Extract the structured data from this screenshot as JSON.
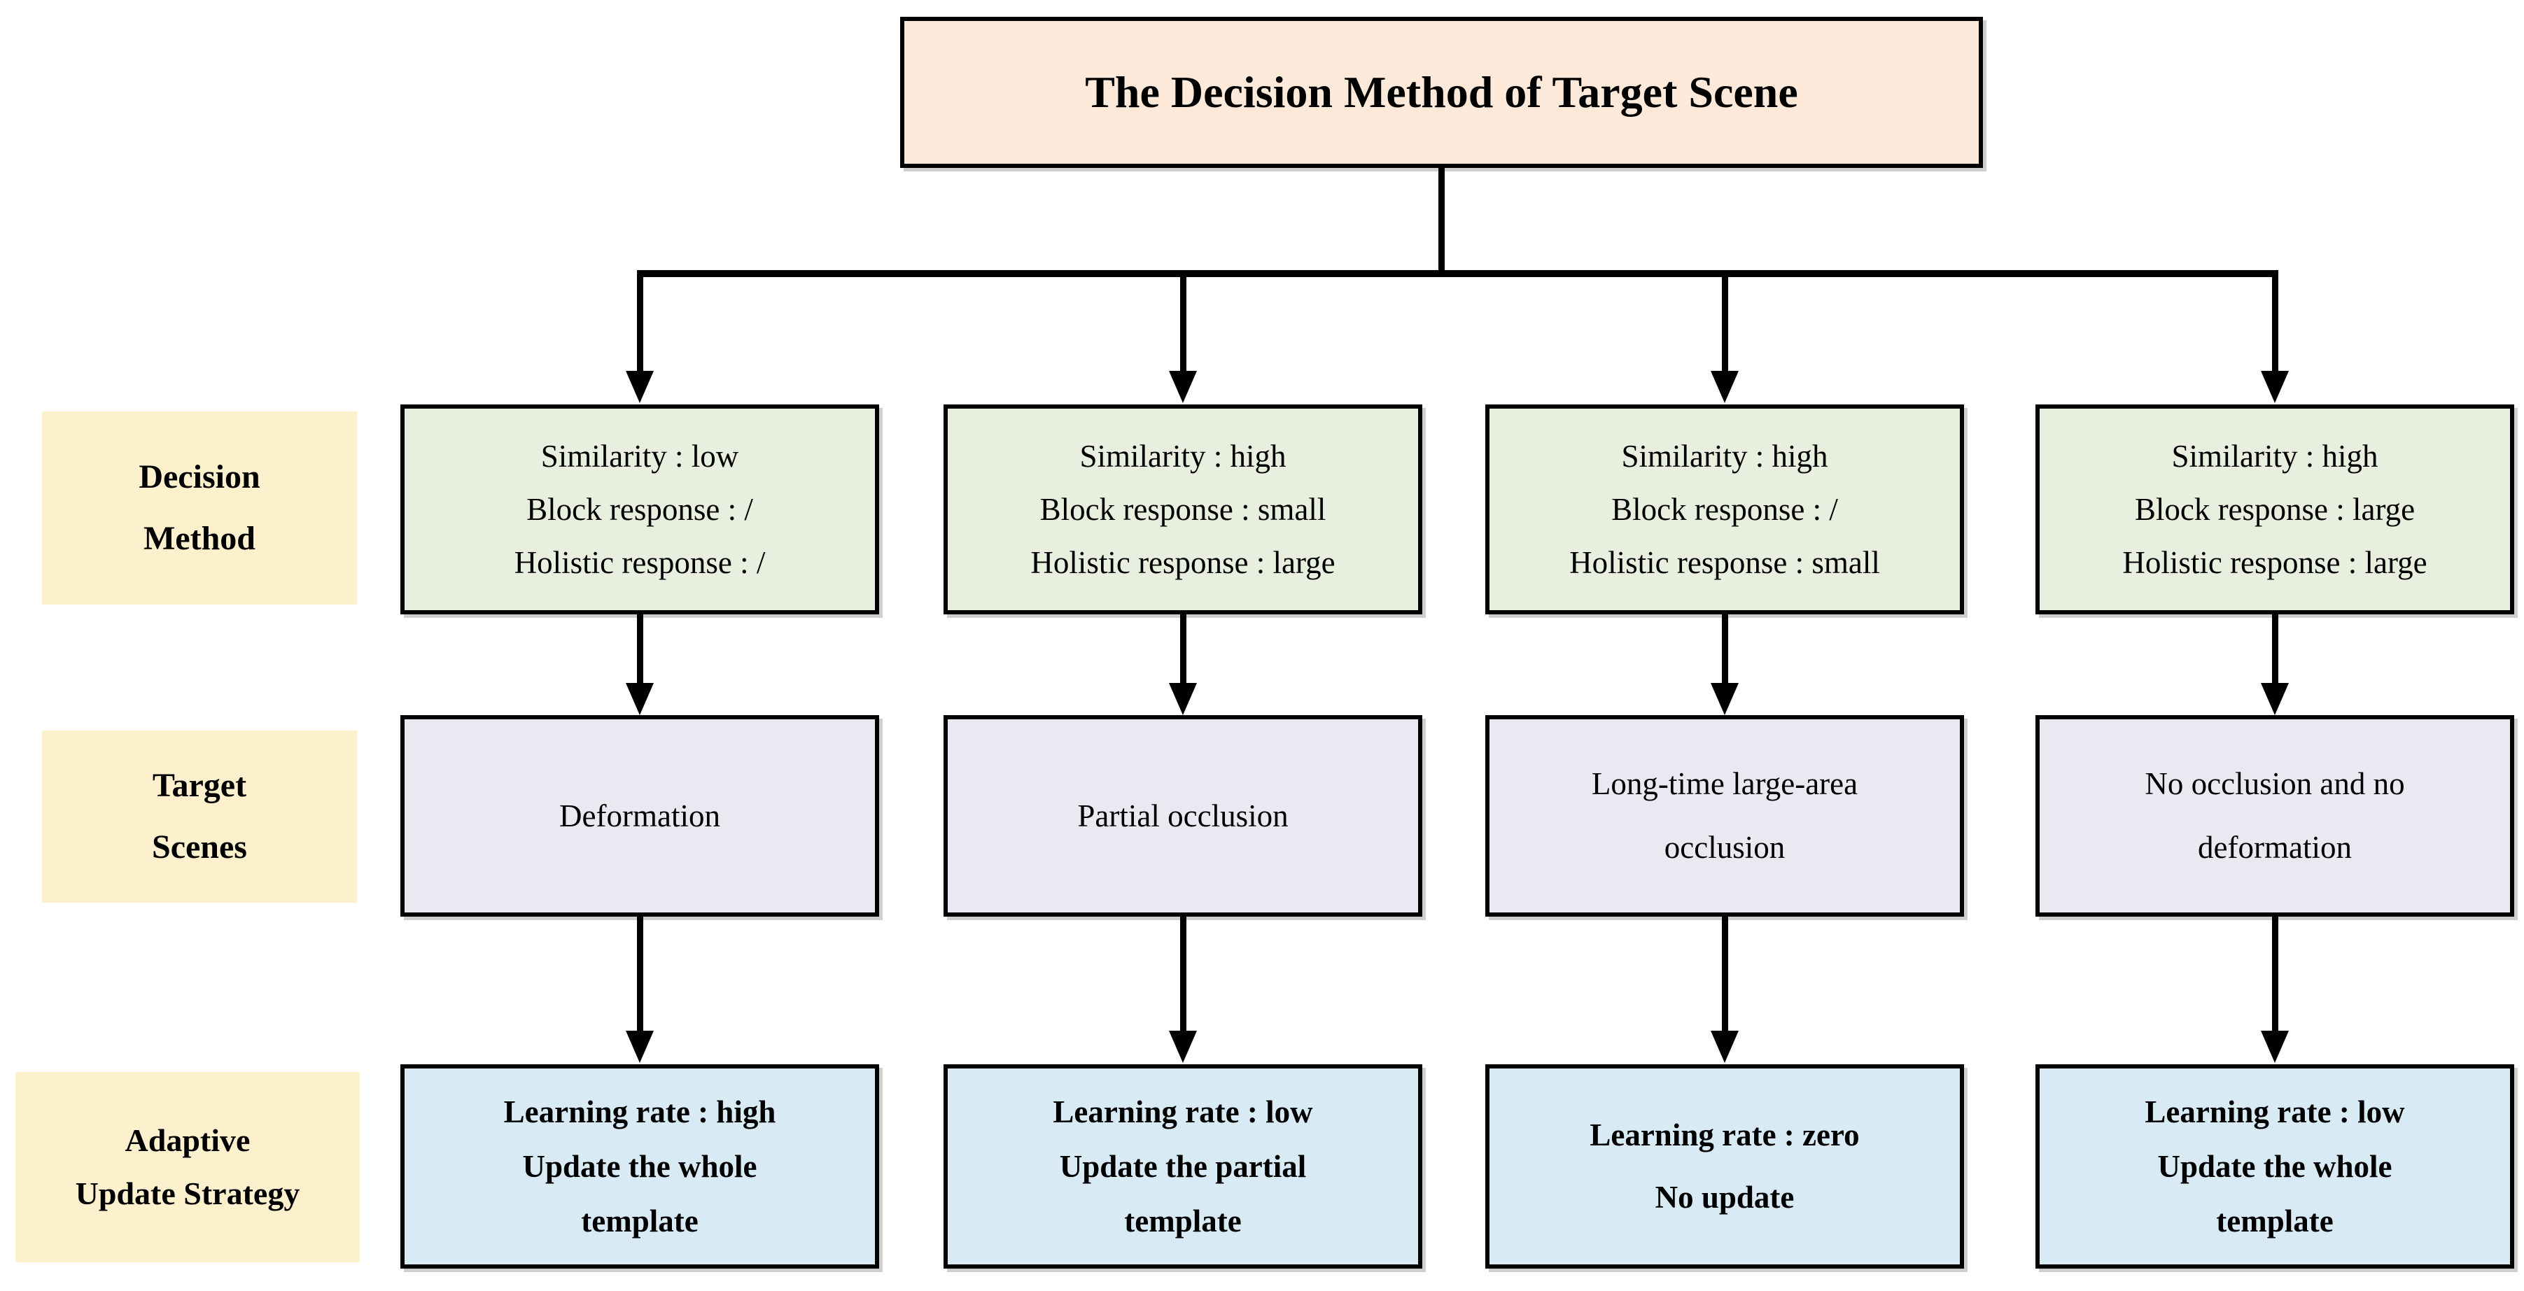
{
  "diagram": {
    "title": "The Decision Method of Target Scene",
    "row_labels": {
      "decision_method": [
        "Decision",
        "Method"
      ],
      "target_scenes": [
        "Target",
        "Scenes"
      ],
      "adaptive_update_strategy": [
        "Adaptive",
        "Update Strategy"
      ]
    },
    "branches": [
      {
        "decision_method": [
          "Similarity : low",
          "Block response : /",
          "Holistic response : /"
        ],
        "target_scene": [
          "Deformation"
        ],
        "update_strategy": [
          "Learning rate : high",
          "Update the whole",
          "template"
        ]
      },
      {
        "decision_method": [
          "Similarity : high",
          "Block response : small",
          "Holistic response : large"
        ],
        "target_scene": [
          "Partial occlusion"
        ],
        "update_strategy": [
          "Learning rate : low",
          "Update the partial",
          "template"
        ]
      },
      {
        "decision_method": [
          "Similarity : high",
          "Block response : /",
          "Holistic response : small"
        ],
        "target_scene": [
          "Long-time large-area",
          "occlusion"
        ],
        "update_strategy": [
          "Learning rate : zero",
          "No update"
        ]
      },
      {
        "decision_method": [
          "Similarity : high",
          "Block response : large",
          "Holistic response : large"
        ],
        "target_scene": [
          "No occlusion and no",
          "deformation"
        ],
        "update_strategy": [
          "Learning rate : low",
          "Update the whole",
          "template"
        ]
      }
    ],
    "colors": {
      "title_fill": "#fce9d9",
      "decision_fill": "#e8efde",
      "scene_fill": "#eae8f1",
      "strategy_fill": "#d8ebf4",
      "label_fill": "#fdf1cd",
      "connector": "#000000",
      "text": "#000000"
    }
  }
}
